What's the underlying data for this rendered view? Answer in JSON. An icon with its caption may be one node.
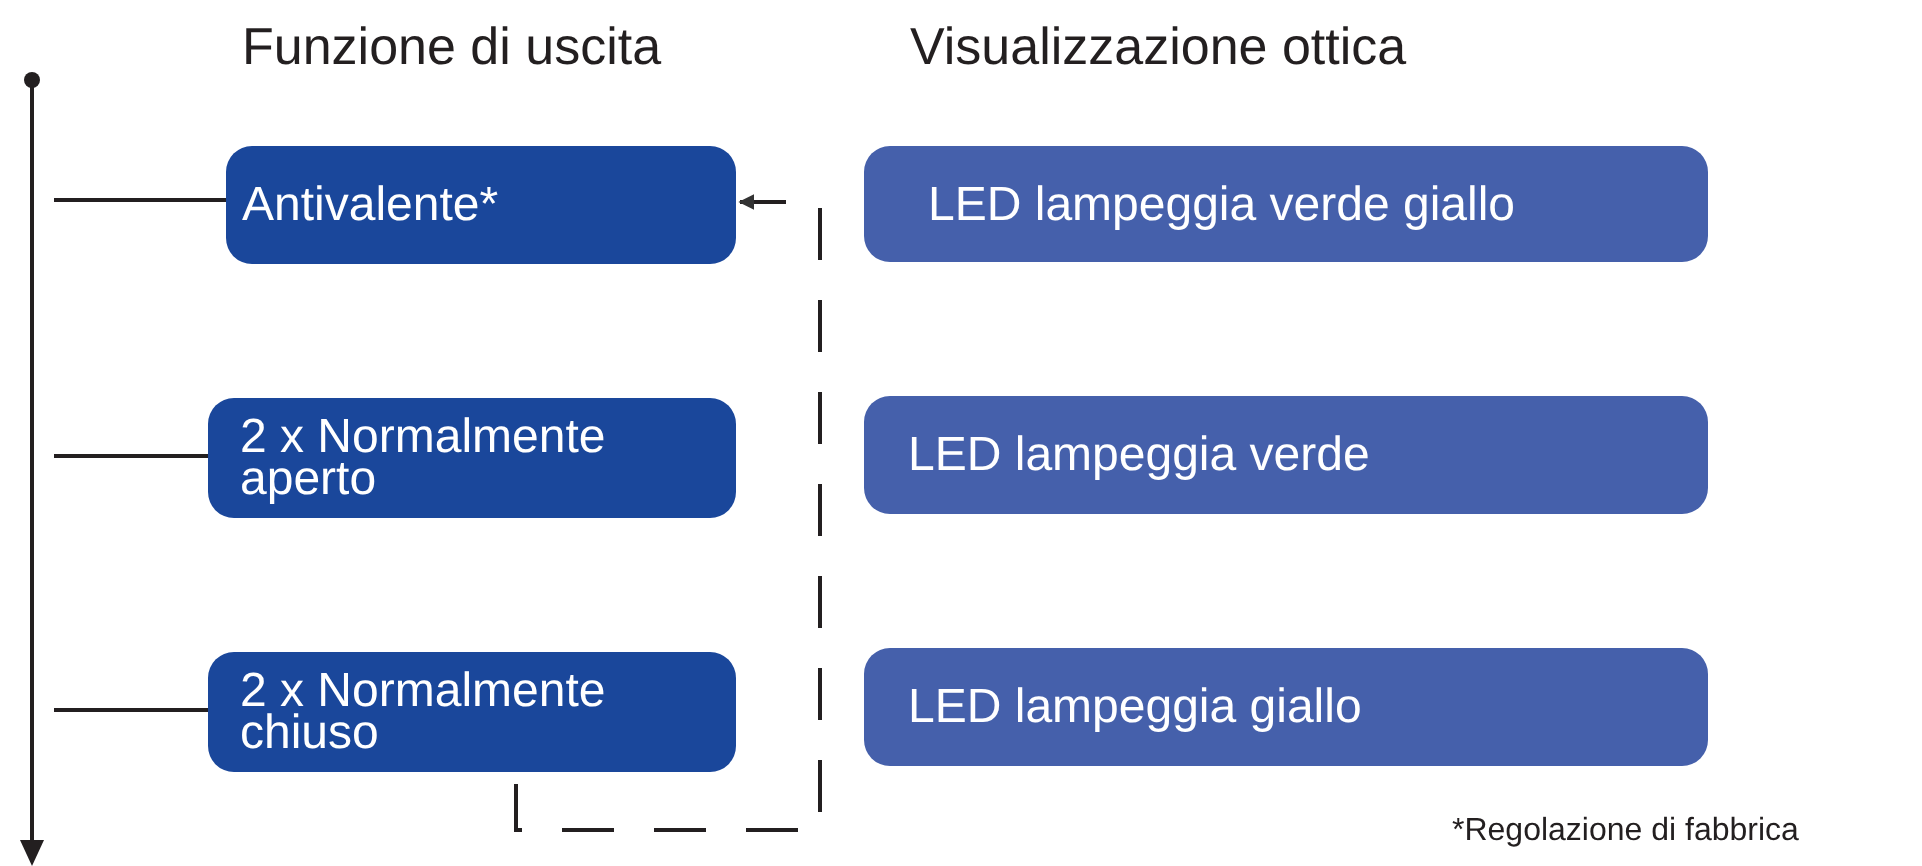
{
  "diagram": {
    "nodes": [
      {
        "text": [
          "Antivalente*"
        ]
      },
      {
        "text": [
          "2 x Normalmente aperto"
        ]
      },
      {
        "text": [
          "2 x Normalmente chiuso"
        ]
      },
      {
        "text": [
          "LED lampeggia verde giallo"
        ]
      },
      {
        "text": [
          "LED lampeggia verde"
        ]
      },
      {
        "text": [
          "LED lampeggia giallo"
        ]
      }
    ],
    "edges": [
      {
        "from": null,
        "to": 0,
        "arrow": "none"
      },
      {
        "from": null,
        "to": 1,
        "arrow": "none"
      },
      {
        "from": null,
        "to": 2,
        "arrow": "none"
      },
      {
        "from": 2,
        "to": 0,
        "arrow": "to",
        "style": "dashed"
      }
    ],
    "labels": [
      "Funzione di uscita",
      "Visualizzazione ottica",
      "*Regolazione di fabbrica"
    ]
  }
}
